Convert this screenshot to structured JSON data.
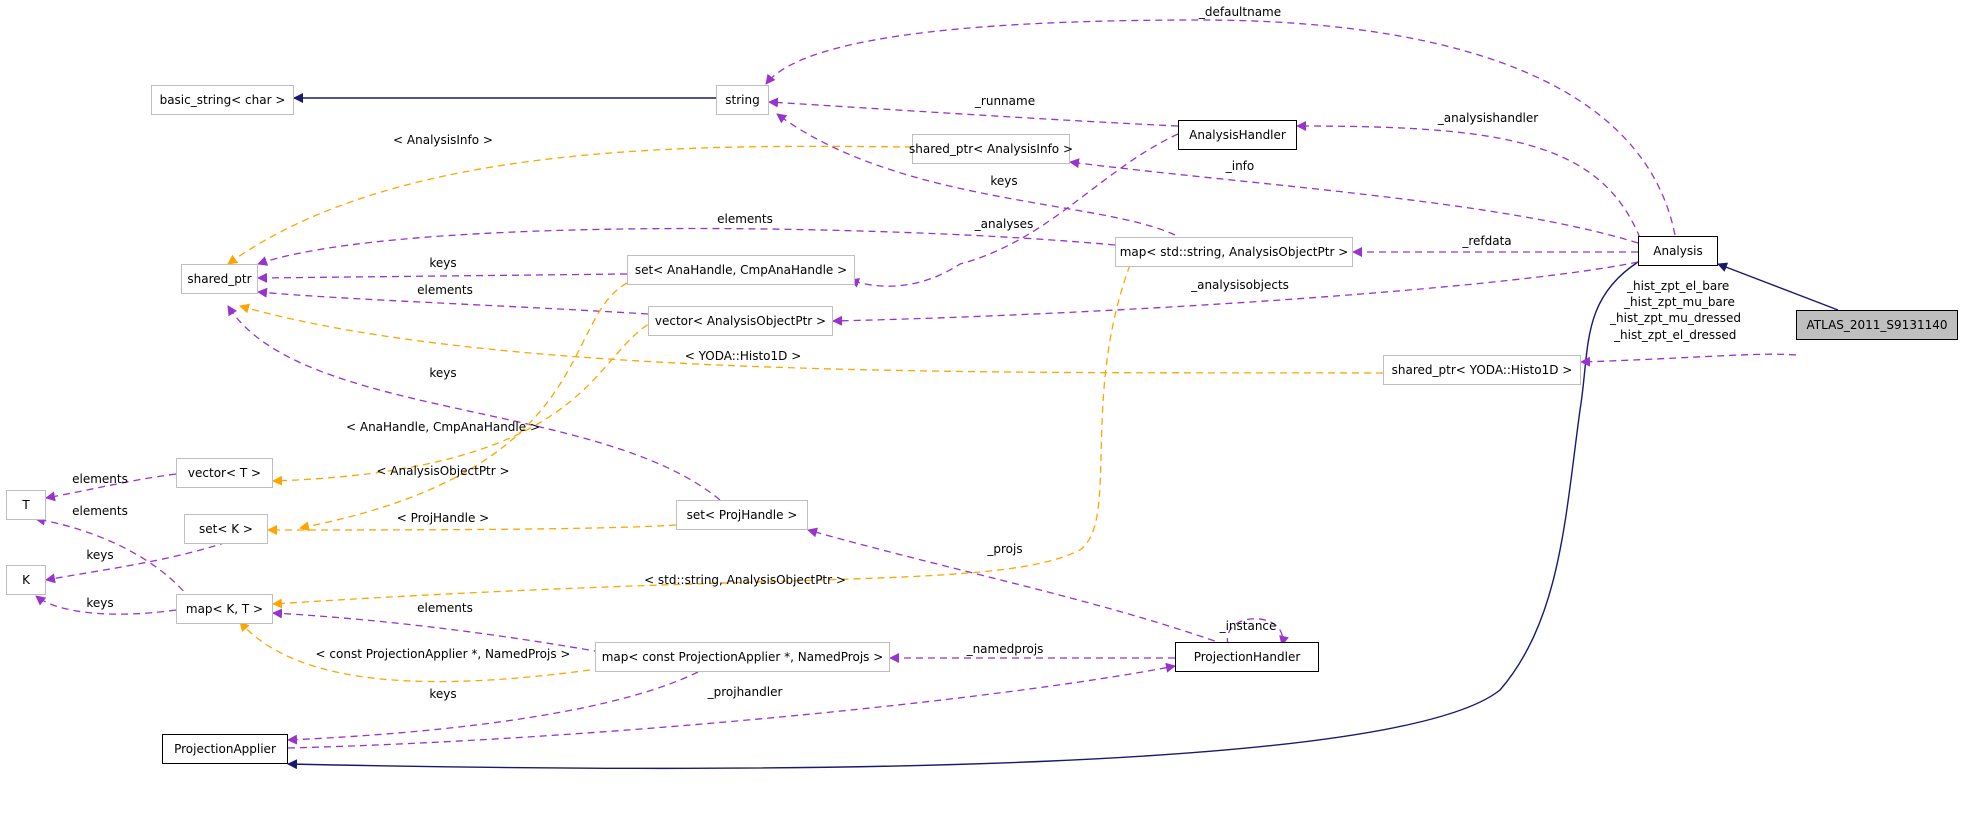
{
  "colors": {
    "inheritance": "#191970",
    "usage": "#9a32cd",
    "template": "#ffa500",
    "external_border": "#bfbfbf",
    "focus_fill": "#bfbfbf"
  },
  "nodes": {
    "basic_string": "basic_string< char >",
    "string": "string",
    "analysis_handler": "AnalysisHandler",
    "analysis": "Analysis",
    "atlas": "ATLAS_2011_S9131140",
    "shared_ptr_analysis_info": "shared_ptr< AnalysisInfo >",
    "shared_ptr": "shared_ptr",
    "map_string_aop": "map< std::string, AnalysisObjectPtr >",
    "set_anahandle": "set< AnaHandle, CmpAnaHandle >",
    "vector_aop": "vector< AnalysisObjectPtr >",
    "shared_ptr_histo": "shared_ptr< YODA::Histo1D >",
    "vector_t": "vector< T >",
    "t": "T",
    "set_k": "set< K >",
    "set_projhandle": "set< ProjHandle >",
    "k": "K",
    "map_kt": "map< K, T >",
    "map_projapplier": "map< const ProjectionApplier *, NamedProjs >",
    "projection_handler": "ProjectionHandler",
    "projection_applier": "ProjectionApplier"
  },
  "edge_labels": {
    "defaultname": "_defaultname",
    "runname": "_runname",
    "analysishandler": "_analysishandler",
    "analysisinfo": "< AnalysisInfo >",
    "info": "_info",
    "keys_string": "keys",
    "elements_sp": "elements",
    "analyses": "_analyses",
    "refdata": "_refdata",
    "keys_sp1": "keys",
    "elements_sp2": "elements",
    "analysisobjects": "_analysisobjects",
    "hist_1": "_hist_zpt_el_bare",
    "hist_2": "_hist_zpt_mu_bare",
    "hist_3": "_hist_zpt_mu_dressed",
    "hist_4": "_hist_zpt_el_dressed",
    "histo1d": "< YODA::Histo1D >",
    "keys_sp3": "keys",
    "anahandle_cmp": "< AnaHandle, CmpAnaHandle >",
    "aop": "< AnalysisObjectPtr >",
    "elements_t1": "elements",
    "elements_t2": "elements",
    "projhandle": "< ProjHandle >",
    "keys_k1": "keys",
    "projs": "_projs",
    "string_aop": "< std::string, AnalysisObjectPtr >",
    "keys_k2": "keys",
    "elements_mkt": "elements",
    "instance": "_instance",
    "const_pa": "< const ProjectionApplier *, NamedProjs >",
    "namedprojs": "_namedprojs",
    "keys_pa": "keys",
    "projhandler": "_projhandler"
  }
}
